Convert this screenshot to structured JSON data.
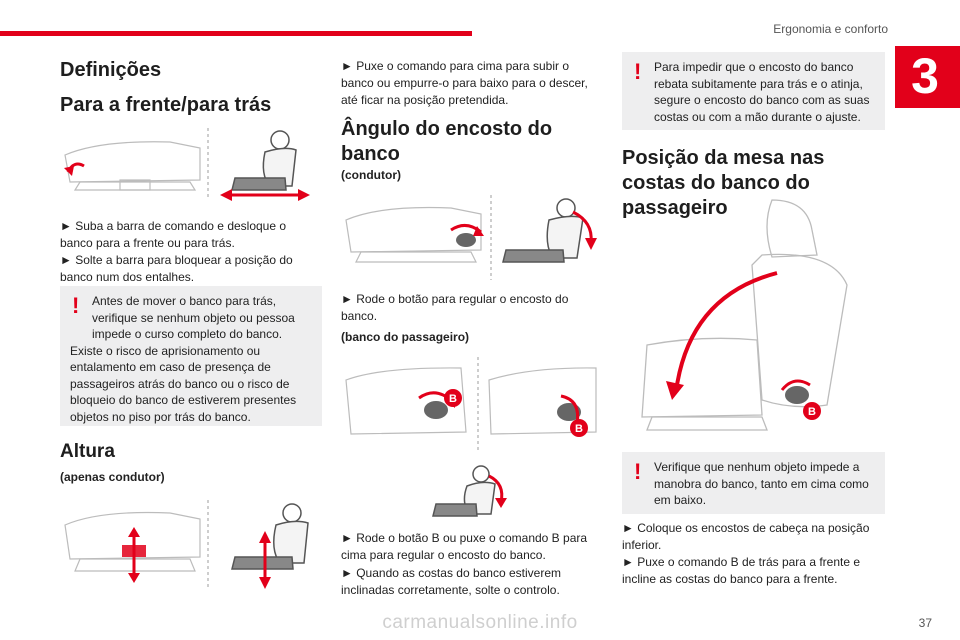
{
  "header": {
    "section_title": "Ergonomia e conforto",
    "chapter_number": "3"
  },
  "col1": {
    "title": "Definições",
    "h_frente": "Para a frente/para trás",
    "p1a": "► Suba a barra de comando e desloque o banco para a frente ou para trás.",
    "p1b": "► Solte a barra para bloquear a posição do banco num dos entalhes.",
    "warn1_first": "Antes de mover o banco para trás, verifique se nenhum objeto ou pessoa impede o curso completo do banco.",
    "warn1_rest": "Existe o risco de aprisionamento ou entalamento em caso de presença de passageiros atrás do banco ou o risco de bloqueio do banco de estiverem presentes objetos no piso por trás do banco.",
    "h_altura": "Altura",
    "sub_condutor": "(apenas condutor)"
  },
  "col2": {
    "p_top": "► Puxe o comando para cima para subir o banco ou empurre-o para baixo para o descer, até ficar na posição pretendida.",
    "h_angulo": "Ângulo do encosto do banco",
    "sub_condutor": "(condutor)",
    "p_rode": "► Rode o botão para regular o encosto do banco.",
    "sub_passageiro": "(banco do passageiro)",
    "callout_b": "B",
    "p_b1": "► Rode o botão B ou puxe o comando B para cima para regular o encosto do banco.",
    "p_b2": "► Quando as costas do banco estiverem inclinadas corretamente, solte o controlo."
  },
  "col3": {
    "warn2": "Para impedir que o encosto do banco rebata subitamente para trás e o atinja, segure o encosto do banco com as suas costas ou com a mão durante o ajuste.",
    "h_mesa": "Posição da mesa nas costas do banco do passageiro",
    "callout_b": "B",
    "warn3": "Verifique que nenhum objeto impede a manobra do banco, tanto em cima como em baixo.",
    "p_c1": "► Coloque os encostos de cabeça na posição inferior.",
    "p_c2": "► Puxe o comando B de trás para a frente e incline as costas do banco para a frente."
  },
  "footer": {
    "page_number": "37",
    "watermark": "carmanualsonline.info"
  },
  "colors": {
    "accent": "#e2001a",
    "warning_bg": "#eeeeef"
  },
  "icons": [
    "warning-icon",
    "seat-icon",
    "arrow-icon"
  ]
}
